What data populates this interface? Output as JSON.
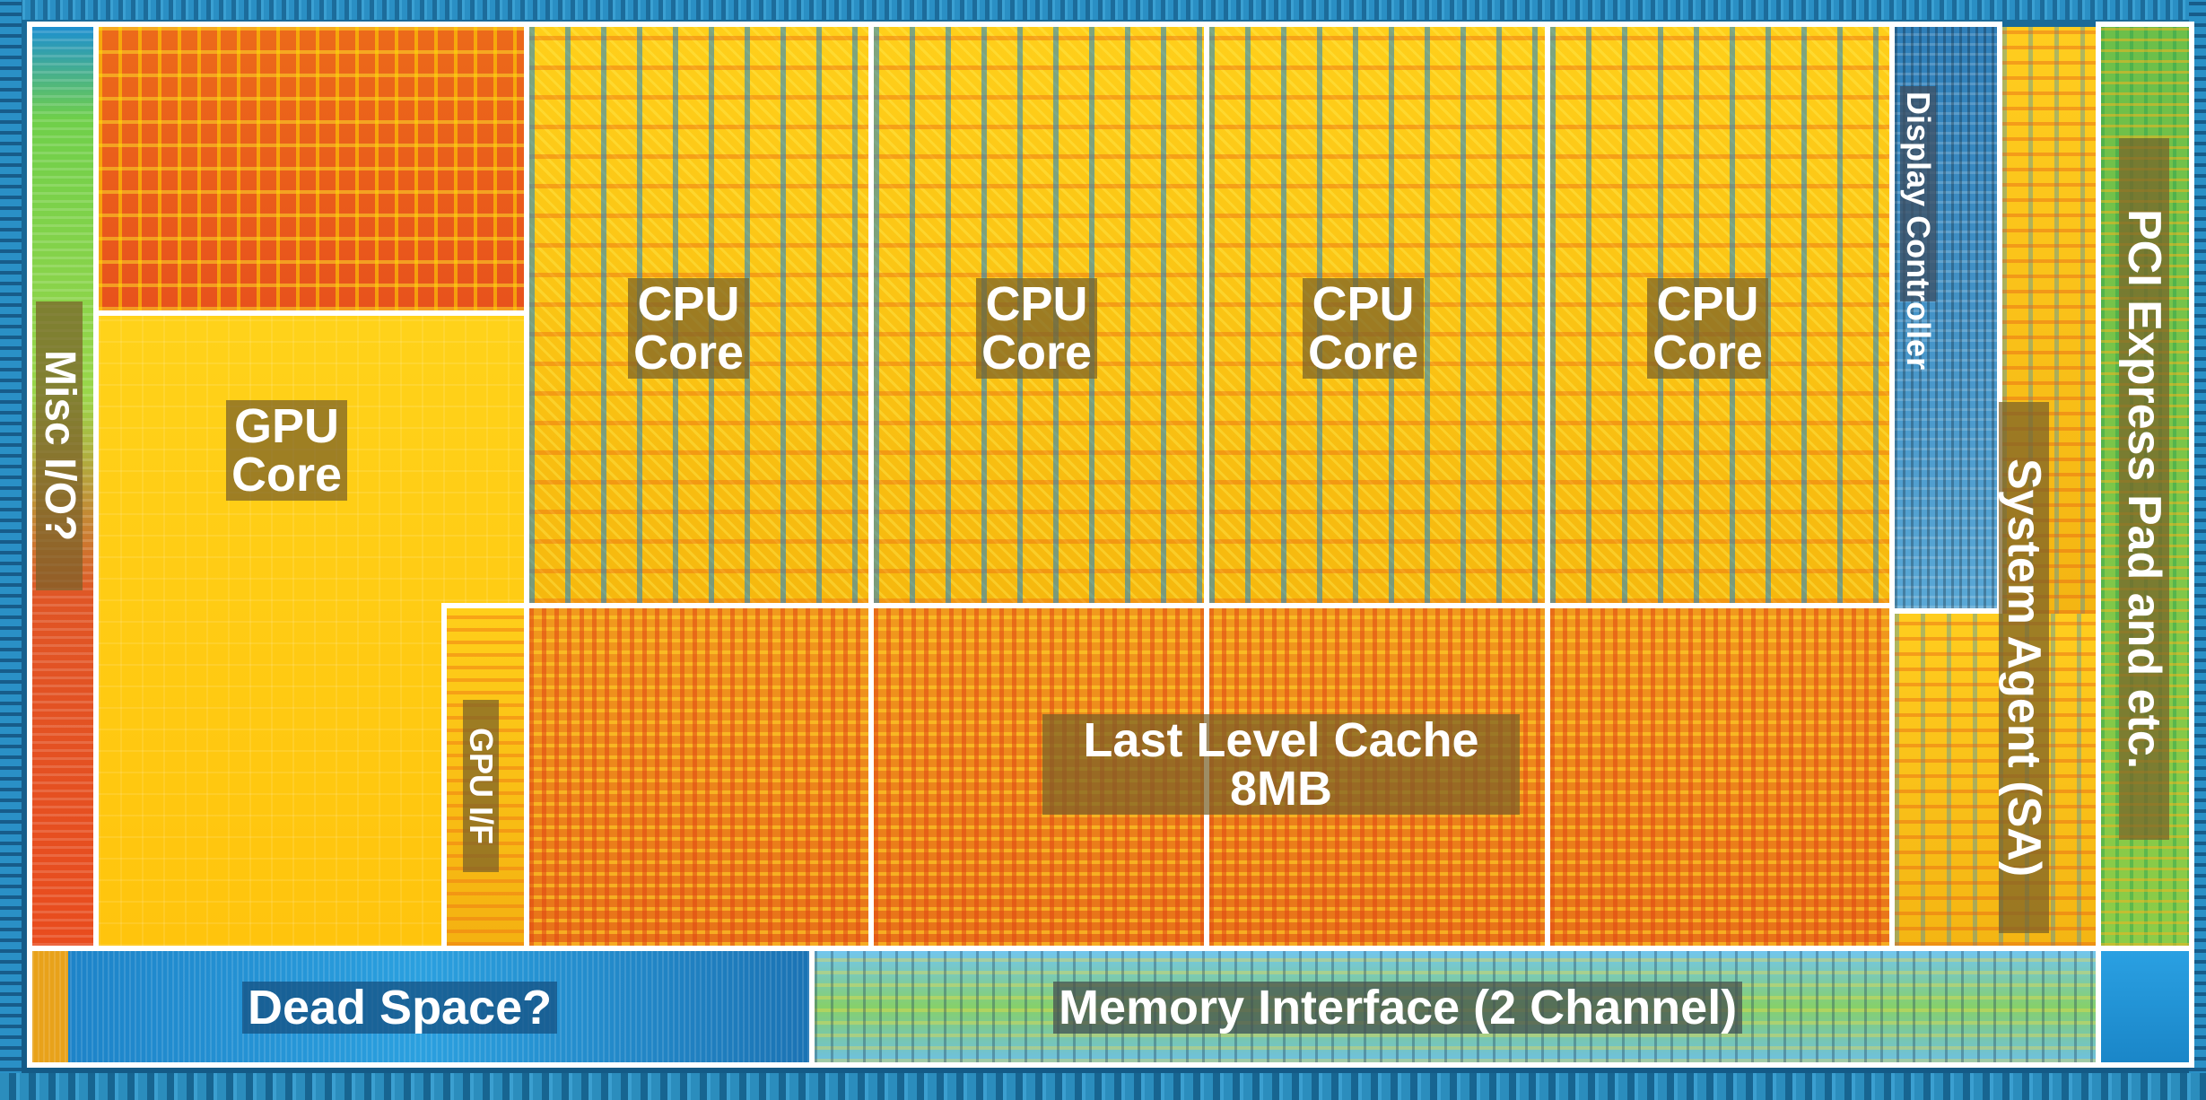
{
  "labels": {
    "misc_io": "Misc I/O?",
    "gpu_core_line1": "GPU",
    "gpu_core_line2": "Core",
    "cpu_cores": [
      {
        "line1": "CPU",
        "line2": "Core"
      },
      {
        "line1": "CPU",
        "line2": "Core"
      },
      {
        "line1": "CPU",
        "line2": "Core"
      },
      {
        "line1": "CPU",
        "line2": "Core"
      }
    ],
    "gpu_if": "GPU I/F",
    "display_line1": "Display",
    "display_line2": "Controller",
    "system_agent": "System Agent (SA)",
    "pci_express": "PCI Express Pad and etc.",
    "llc_line1": "Last Level Cache",
    "llc_line2": "8MB",
    "dead_space": "Dead Space?",
    "memory_interface": "Memory Interface (2 Channel)"
  },
  "colors": {
    "outline": "#ffffff",
    "label_background": "#7a5f28",
    "cpu_fill": "#ffcf1a",
    "cache_fill": "#e87219",
    "gpu_fill": "#ffc40d"
  }
}
